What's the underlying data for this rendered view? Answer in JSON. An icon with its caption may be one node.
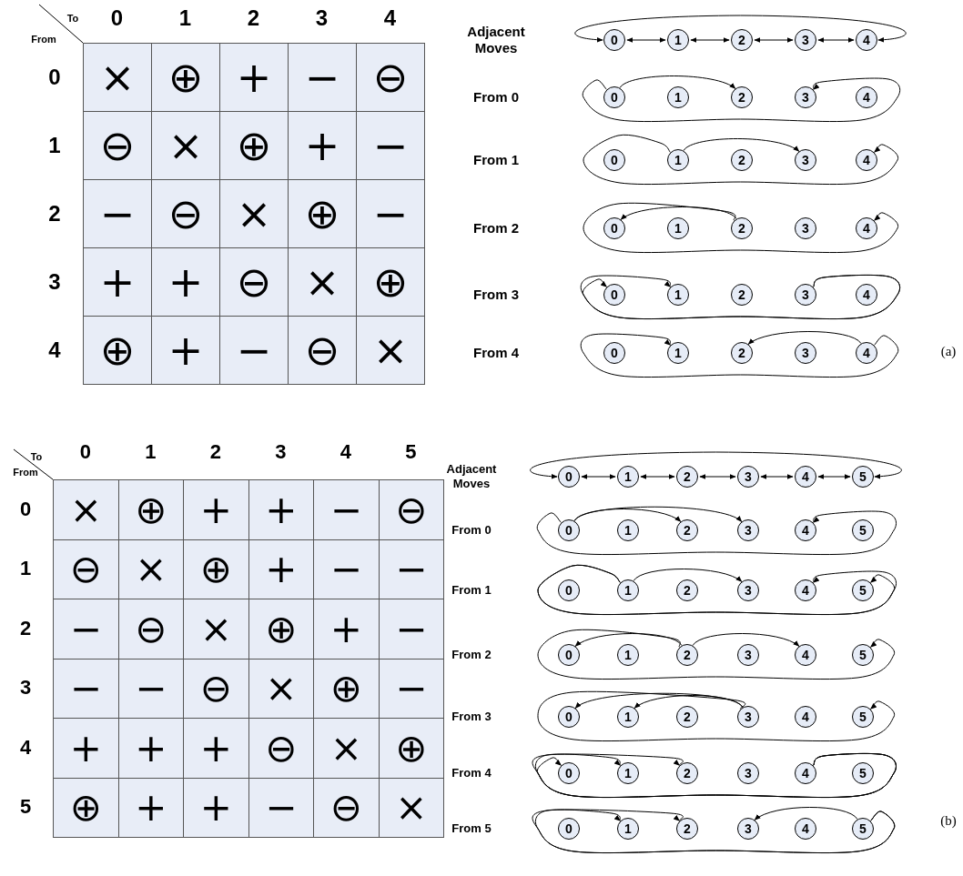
{
  "diagram": {
    "nodes": [
      {
        "text": [
          "0"
        ]
      },
      {
        "text": [
          "1"
        ]
      },
      {
        "text": [
          "2"
        ]
      },
      {
        "text": [
          "3"
        ]
      },
      {
        "text": [
          "4"
        ]
      },
      {
        "text": [
          "0"
        ]
      },
      {
        "text": [
          "1"
        ]
      },
      {
        "text": [
          "2"
        ]
      },
      {
        "text": [
          "3"
        ]
      },
      {
        "text": [
          "4"
        ]
      },
      {
        "text": [
          "0"
        ]
      },
      {
        "text": [
          "1"
        ]
      },
      {
        "text": [
          "2"
        ]
      },
      {
        "text": [
          "3"
        ]
      },
      {
        "text": [
          "4"
        ]
      },
      {
        "text": [
          "0"
        ]
      },
      {
        "text": [
          "1"
        ]
      },
      {
        "text": [
          "2"
        ]
      },
      {
        "text": [
          "3"
        ]
      },
      {
        "text": [
          "4"
        ]
      },
      {
        "text": [
          "0"
        ]
      },
      {
        "text": [
          "1"
        ]
      },
      {
        "text": [
          "2"
        ]
      },
      {
        "text": [
          "3"
        ]
      },
      {
        "text": [
          "4"
        ]
      },
      {
        "text": [
          "0"
        ]
      },
      {
        "text": [
          "1"
        ]
      },
      {
        "text": [
          "2"
        ]
      },
      {
        "text": [
          "3"
        ]
      },
      {
        "text": [
          "4"
        ]
      },
      {
        "text": [
          "0"
        ]
      },
      {
        "text": [
          "1"
        ]
      },
      {
        "text": [
          "2"
        ]
      },
      {
        "text": [
          "3"
        ]
      },
      {
        "text": [
          "4"
        ]
      },
      {
        "text": [
          "5"
        ]
      },
      {
        "text": [
          "0"
        ]
      },
      {
        "text": [
          "1"
        ]
      },
      {
        "text": [
          "2"
        ]
      },
      {
        "text": [
          "3"
        ]
      },
      {
        "text": [
          "4"
        ]
      },
      {
        "text": [
          "5"
        ]
      },
      {
        "text": [
          "0"
        ]
      },
      {
        "text": [
          "1"
        ]
      },
      {
        "text": [
          "2"
        ]
      },
      {
        "text": [
          "3"
        ]
      },
      {
        "text": [
          "4"
        ]
      },
      {
        "text": [
          "5"
        ]
      },
      {
        "text": [
          "0"
        ]
      },
      {
        "text": [
          "1"
        ]
      },
      {
        "text": [
          "2"
        ]
      },
      {
        "text": [
          "3"
        ]
      },
      {
        "text": [
          "4"
        ]
      },
      {
        "text": [
          "5"
        ]
      },
      {
        "text": [
          "0"
        ]
      },
      {
        "text": [
          "1"
        ]
      },
      {
        "text": [
          "2"
        ]
      },
      {
        "text": [
          "3"
        ]
      },
      {
        "text": [
          "4"
        ]
      },
      {
        "text": [
          "5"
        ]
      },
      {
        "text": [
          "0"
        ]
      },
      {
        "text": [
          "1"
        ]
      },
      {
        "text": [
          "2"
        ]
      },
      {
        "text": [
          "3"
        ]
      },
      {
        "text": [
          "4"
        ]
      },
      {
        "text": [
          "5"
        ]
      },
      {
        "text": [
          "0"
        ]
      },
      {
        "text": [
          "1"
        ]
      },
      {
        "text": [
          "2"
        ]
      },
      {
        "text": [
          "3"
        ]
      },
      {
        "text": [
          "4"
        ]
      },
      {
        "text": [
          "5"
        ]
      }
    ],
    "edges": [
      {
        "from": 0,
        "to": 1,
        "arrow": "both"
      },
      {
        "from": 1,
        "to": 2,
        "arrow": "both"
      },
      {
        "from": 2,
        "to": 3,
        "arrow": "both"
      },
      {
        "from": 3,
        "to": 4,
        "arrow": "both"
      },
      {
        "from": 0,
        "to": 4,
        "arrow": "both"
      },
      {
        "from": 5,
        "to": 7,
        "arrow": "to"
      },
      {
        "from": 5,
        "to": 8,
        "arrow": "to"
      },
      {
        "from": 11,
        "to": 13,
        "arrow": "to"
      },
      {
        "from": 11,
        "to": 14,
        "arrow": "to"
      },
      {
        "from": 17,
        "to": 15,
        "arrow": "to"
      },
      {
        "from": 17,
        "to": 19,
        "arrow": "to"
      },
      {
        "from": 23,
        "to": 21,
        "arrow": "to"
      },
      {
        "from": 23,
        "to": 20,
        "arrow": "to"
      },
      {
        "from": 29,
        "to": 27,
        "arrow": "to"
      },
      {
        "from": 29,
        "to": 26,
        "arrow": "to"
      },
      {
        "from": 30,
        "to": 31,
        "arrow": "both"
      },
      {
        "from": 31,
        "to": 32,
        "arrow": "both"
      },
      {
        "from": 32,
        "to": 33,
        "arrow": "both"
      },
      {
        "from": 33,
        "to": 34,
        "arrow": "both"
      },
      {
        "from": 34,
        "to": 35,
        "arrow": "both"
      },
      {
        "from": 30,
        "to": 35,
        "arrow": "both"
      },
      {
        "from": 36,
        "to": 38,
        "arrow": "to"
      },
      {
        "from": 36,
        "to": 39,
        "arrow": "to"
      },
      {
        "from": 36,
        "to": 40,
        "arrow": "to"
      },
      {
        "from": 43,
        "to": 45,
        "arrow": "to"
      },
      {
        "from": 43,
        "to": 46,
        "arrow": "to"
      },
      {
        "from": 43,
        "to": 47,
        "arrow": "to"
      },
      {
        "from": 50,
        "to": 48,
        "arrow": "to"
      },
      {
        "from": 50,
        "to": 52,
        "arrow": "to"
      },
      {
        "from": 50,
        "to": 53,
        "arrow": "to"
      },
      {
        "from": 57,
        "to": 54,
        "arrow": "to"
      },
      {
        "from": 57,
        "to": 55,
        "arrow": "to"
      },
      {
        "from": 57,
        "to": 59,
        "arrow": "to"
      },
      {
        "from": 64,
        "to": 60,
        "arrow": "to"
      },
      {
        "from": 64,
        "to": 61,
        "arrow": "to"
      },
      {
        "from": 64,
        "to": 62,
        "arrow": "to"
      },
      {
        "from": 71,
        "to": 69,
        "arrow": "to"
      },
      {
        "from": 71,
        "to": 67,
        "arrow": "to"
      },
      {
        "from": 71,
        "to": 68,
        "arrow": "to"
      }
    ],
    "labels": [
      "To",
      "From",
      "0",
      "1",
      "2",
      "3",
      "4",
      "0",
      "×",
      "⊕",
      "+",
      "−",
      "⊖",
      "1",
      "⊖",
      "×",
      "⊕",
      "+",
      "−",
      "2",
      "−",
      "⊖",
      "×",
      "⊕",
      "−",
      "3",
      "+",
      "+",
      "⊖",
      "×",
      "⊕",
      "4",
      "⊕",
      "+",
      "−",
      "⊖",
      "×",
      "Adjacent Moves",
      "From 0",
      "From 1",
      "From 2",
      "From 3",
      "From 4",
      "(a)",
      "To",
      "From",
      "0",
      "1",
      "2",
      "3",
      "4",
      "5",
      "0",
      "×",
      "⊕",
      "+",
      "+",
      "−",
      "⊖",
      "1",
      "⊖",
      "×",
      "⊕",
      "+",
      "−",
      "−",
      "2",
      "−",
      "⊖",
      "×",
      "⊕",
      "+",
      "−",
      "3",
      "−",
      "−",
      "⊖",
      "×",
      "⊕",
      "−",
      "4",
      "+",
      "+",
      "+",
      "⊖",
      "×",
      "⊕",
      "5",
      "⊕",
      "+",
      "+",
      "−",
      "⊖",
      "×",
      "Adjacent Moves",
      "From 0",
      "From 1",
      "From 2",
      "From 3",
      "From 4",
      "From 5",
      "(b)"
    ]
  }
}
